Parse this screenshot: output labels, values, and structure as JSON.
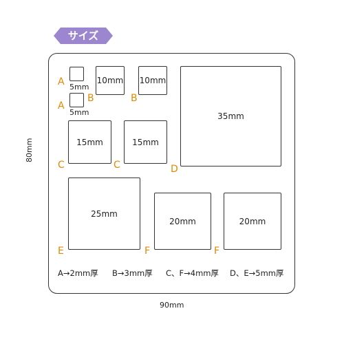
{
  "header": {
    "badge_label": "サイズ",
    "badge_color": "#9b86cf"
  },
  "pieces": {
    "a1": {
      "letter": "A",
      "size": "5mm"
    },
    "a2": {
      "letter": "A",
      "size": "5mm"
    },
    "b1": {
      "letter": "B",
      "size": "10mm"
    },
    "b2": {
      "letter": "B",
      "size": "10mm"
    },
    "d": {
      "letter": "D",
      "size": "35mm"
    },
    "c1": {
      "letter": "C",
      "size": "15mm"
    },
    "c2": {
      "letter": "C",
      "size": "15mm"
    },
    "e": {
      "letter": "E",
      "size": "25mm"
    },
    "f1": {
      "letter": "F",
      "size": "20mm"
    },
    "f2": {
      "letter": "F",
      "size": "20mm"
    }
  },
  "legend": [
    "A→2mm厚",
    "B→3mm厚",
    "C、F→4mm厚",
    "D、E→5mm厚"
  ],
  "dimensions": {
    "height": "80mm",
    "width": "90mm"
  },
  "colors": {
    "letter": "#e08a00",
    "outline": "#333333"
  }
}
